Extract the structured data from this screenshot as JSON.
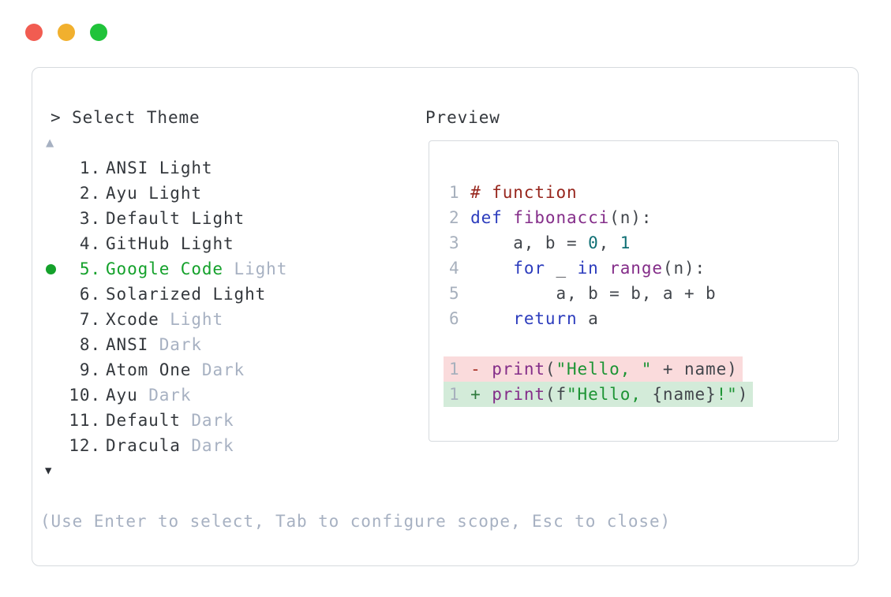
{
  "window_controls": {
    "buttons": [
      "close",
      "minimize",
      "maximize"
    ]
  },
  "picker": {
    "title": "> Select Theme",
    "scroll_up": "▲",
    "scroll_down": "▼",
    "items": [
      {
        "num": "1.",
        "name": "ANSI",
        "variant": "Light",
        "muted_variant": false,
        "selected": false
      },
      {
        "num": "2.",
        "name": "Ayu",
        "variant": "Light",
        "muted_variant": false,
        "selected": false
      },
      {
        "num": "3.",
        "name": "Default",
        "variant": "Light",
        "muted_variant": false,
        "selected": false
      },
      {
        "num": "4.",
        "name": "GitHub",
        "variant": "Light",
        "muted_variant": false,
        "selected": false
      },
      {
        "num": "5.",
        "name": "Google Code",
        "variant": "Light",
        "muted_variant": true,
        "selected": true
      },
      {
        "num": "6.",
        "name": "Solarized",
        "variant": "Light",
        "muted_variant": false,
        "selected": false
      },
      {
        "num": "7.",
        "name": "Xcode",
        "variant": "Light",
        "muted_variant": true,
        "selected": false
      },
      {
        "num": "8.",
        "name": "ANSI",
        "variant": "Dark",
        "muted_variant": true,
        "selected": false
      },
      {
        "num": "9.",
        "name": "Atom One",
        "variant": "Dark",
        "muted_variant": true,
        "selected": false
      },
      {
        "num": "10.",
        "name": "Ayu",
        "variant": "Dark",
        "muted_variant": true,
        "selected": false
      },
      {
        "num": "11.",
        "name": "Default",
        "variant": "Dark",
        "muted_variant": true,
        "selected": false
      },
      {
        "num": "12.",
        "name": "Dracula",
        "variant": "Dark",
        "muted_variant": true,
        "selected": false
      }
    ],
    "hint": "(Use Enter to select, Tab to configure scope, Esc to close)"
  },
  "preview": {
    "title": "Preview",
    "lines": [
      {
        "no": "1",
        "segs": [
          {
            "t": "# function",
            "c": "comment"
          }
        ]
      },
      {
        "no": "2",
        "segs": [
          {
            "t": "def",
            "c": "keyword"
          },
          {
            "t": " ",
            "c": "plain"
          },
          {
            "t": "fibonacci",
            "c": "func"
          },
          {
            "t": "(n):",
            "c": "plain"
          }
        ]
      },
      {
        "no": "3",
        "segs": [
          {
            "t": "    a, b = ",
            "c": "plain"
          },
          {
            "t": "0",
            "c": "number"
          },
          {
            "t": ", ",
            "c": "plain"
          },
          {
            "t": "1",
            "c": "number"
          }
        ]
      },
      {
        "no": "4",
        "segs": [
          {
            "t": "    ",
            "c": "plain"
          },
          {
            "t": "for",
            "c": "keyword"
          },
          {
            "t": " _ ",
            "c": "plain"
          },
          {
            "t": "in",
            "c": "keyword"
          },
          {
            "t": " ",
            "c": "plain"
          },
          {
            "t": "range",
            "c": "func"
          },
          {
            "t": "(n):",
            "c": "plain"
          }
        ]
      },
      {
        "no": "5",
        "segs": [
          {
            "t": "        a, b = b, a + b",
            "c": "plain"
          }
        ]
      },
      {
        "no": "6",
        "segs": [
          {
            "t": "    ",
            "c": "plain"
          },
          {
            "t": "return",
            "c": "keyword"
          },
          {
            "t": " a",
            "c": "plain"
          }
        ]
      },
      {
        "no": "",
        "segs": []
      },
      {
        "no": "1",
        "diff": "del",
        "segs": [
          {
            "t": "-",
            "c": "minus"
          },
          {
            "t": " ",
            "c": "plain"
          },
          {
            "t": "print",
            "c": "func"
          },
          {
            "t": "(",
            "c": "plain"
          },
          {
            "t": "\"Hello, \"",
            "c": "string"
          },
          {
            "t": " + name)",
            "c": "plain"
          }
        ]
      },
      {
        "no": "1",
        "diff": "add",
        "segs": [
          {
            "t": "+",
            "c": "plus"
          },
          {
            "t": " ",
            "c": "plain"
          },
          {
            "t": "print",
            "c": "func"
          },
          {
            "t": "(f",
            "c": "plain"
          },
          {
            "t": "\"Hello, ",
            "c": "string"
          },
          {
            "t": "{name}",
            "c": "plain"
          },
          {
            "t": "!\"",
            "c": "string"
          },
          {
            "t": ")",
            "c": "plain"
          }
        ]
      }
    ]
  },
  "colors": {
    "accent_green": "#14a12b",
    "muted": "#a7b1c2",
    "text": "#34383d",
    "border": "#d6dade",
    "lineno": "#a7b0bd",
    "traffic_red": "#f15c51",
    "traffic_yellow": "#f1b02e",
    "traffic_green": "#20c33a",
    "diff_del_bg": "#fadbdc",
    "diff_add_bg": "#d3ebd9",
    "code": {
      "comment": "#97261d",
      "keyword": "#2c3cbd",
      "func": "#842d89",
      "number": "#0f6f74",
      "string": "#1d9434",
      "plain": "#42464c",
      "minus": "#a83228",
      "plus": "#2e7a3c"
    }
  }
}
